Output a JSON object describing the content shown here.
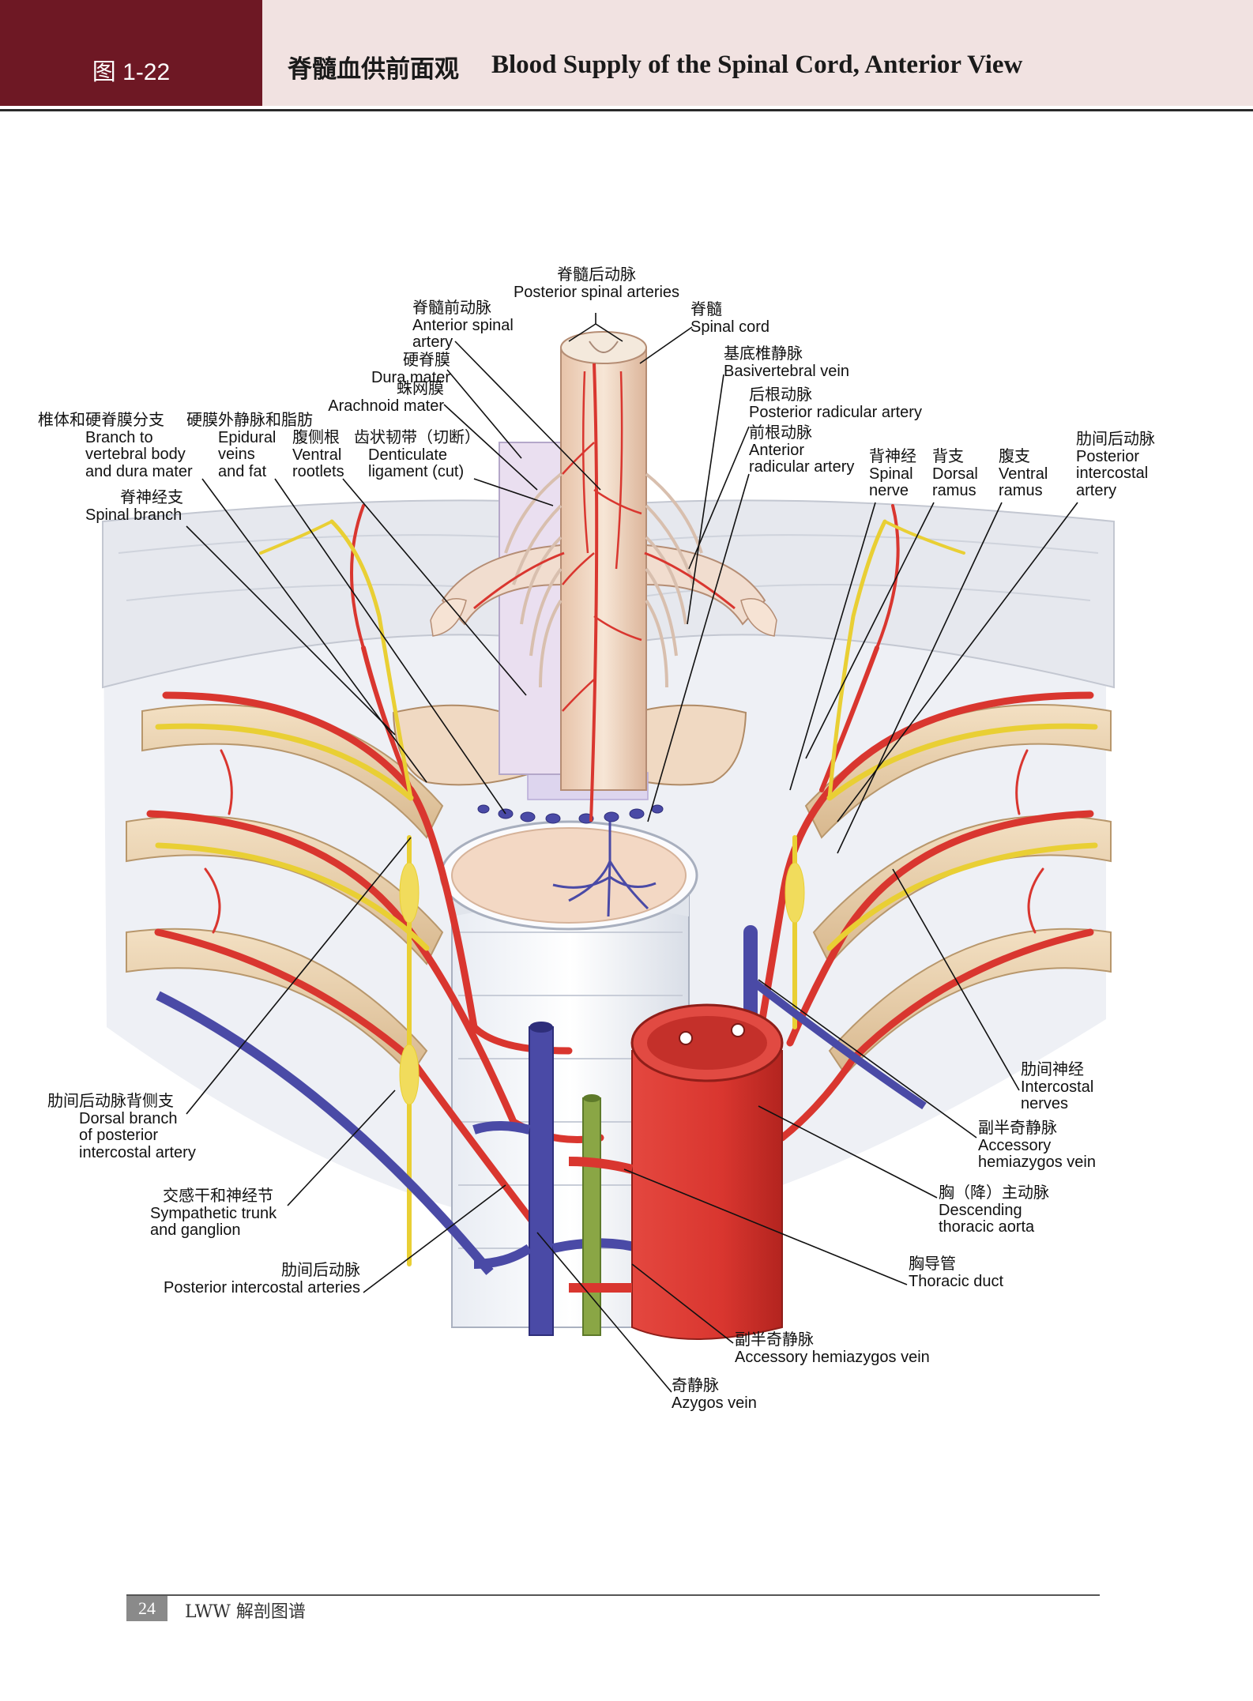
{
  "header": {
    "figure_number": "图 1-22",
    "title_cn": "脊髓血供前面观",
    "title_en": "Blood Supply of the Spinal Cord, Anterior View"
  },
  "labels": {
    "posterior_spinal_arteries": {
      "cn": "脊髓后动脉",
      "en": "Posterior spinal arteries"
    },
    "spinal_cord": {
      "cn": "脊髓",
      "en": "Spinal cord"
    },
    "anterior_spinal_artery": {
      "cn": "脊髓前动脉",
      "en1": "Anterior spinal",
      "en2": "artery"
    },
    "dura_mater": {
      "cn": "硬脊膜",
      "en": "Dura mater"
    },
    "arachnoid_mater": {
      "cn": "蛛网膜",
      "en": "Arachnoid mater"
    },
    "basivertebral_vein": {
      "cn": "基底椎静脉",
      "en": "Basivertebral vein"
    },
    "posterior_radicular_artery": {
      "cn": "后根动脉",
      "en": "Posterior radicular artery"
    },
    "anterior_radicular_artery": {
      "cn": "前根动脉",
      "en1": "Anterior",
      "en2": "radicular artery"
    },
    "branch_vertebral_body": {
      "cn": "椎体和硬脊膜分支",
      "en1": "Branch to",
      "en2": "vertebral body",
      "en3": "and dura mater"
    },
    "epidural_veins": {
      "cn": "硬膜外静脉和脂肪",
      "en1": "Epidural",
      "en2": "veins",
      "en3": "and fat"
    },
    "ventral_rootlets": {
      "cn": "腹侧根",
      "en1": "Ventral",
      "en2": "rootlets"
    },
    "denticulate_ligament": {
      "cn": "齿状韧带（切断）",
      "en1": "Denticulate",
      "en2": "ligament (cut)"
    },
    "spinal_branch": {
      "cn": "脊神经支",
      "en": "Spinal branch"
    },
    "spinal_nerve": {
      "cn": "背神经",
      "en1": "Spinal",
      "en2": "nerve"
    },
    "dorsal_ramus": {
      "cn": "背支",
      "en1": "Dorsal",
      "en2": "ramus"
    },
    "ventral_ramus": {
      "cn": "腹支",
      "en1": "Ventral",
      "en2": "ramus"
    },
    "posterior_intercostal_artery": {
      "cn": "肋间后动脉",
      "en1": "Posterior",
      "en2": "intercostal",
      "en3": "artery"
    },
    "intercostal_nerves": {
      "cn": "肋间神经",
      "en1": "Intercostal",
      "en2": "nerves"
    },
    "accessory_hemiazygos_vein_right": {
      "cn": "副半奇静脉",
      "en1": "Accessory",
      "en2": "hemiazygos vein"
    },
    "descending_thoracic_aorta": {
      "cn": "胸（降）主动脉",
      "en1": "Descending",
      "en2": "thoracic aorta"
    },
    "thoracic_duct": {
      "cn": "胸导管",
      "en": "Thoracic duct"
    },
    "accessory_hemiazygos_vein_bottom": {
      "cn": "副半奇静脉",
      "en": "Accessory hemiazygos vein"
    },
    "azygos_vein": {
      "cn": "奇静脉",
      "en": "Azygos vein"
    },
    "dorsal_branch_posterior_intercostal": {
      "cn": "肋间后动脉背侧支",
      "en1": "Dorsal branch",
      "en2": "of posterior",
      "en3": "intercostal artery"
    },
    "sympathetic_trunk": {
      "cn": "交感干和神经节",
      "en1": "Sympathetic trunk",
      "en2": "and ganglion"
    },
    "posterior_intercostal_arteries": {
      "cn": "肋间后动脉",
      "en": "Posterior intercostal arteries"
    }
  },
  "footer": {
    "page_number": "24",
    "series": "LWW 解剖图谱"
  },
  "colors": {
    "header_box": "#6e1824",
    "header_band": "#f1e2e1",
    "artery": "#d9362f",
    "vein": "#4a4aa6",
    "nerve": "#e9cf34",
    "thoracic_duct": "#8aa645",
    "bone": "#f0d9c2",
    "rib": "#e7cda7"
  }
}
